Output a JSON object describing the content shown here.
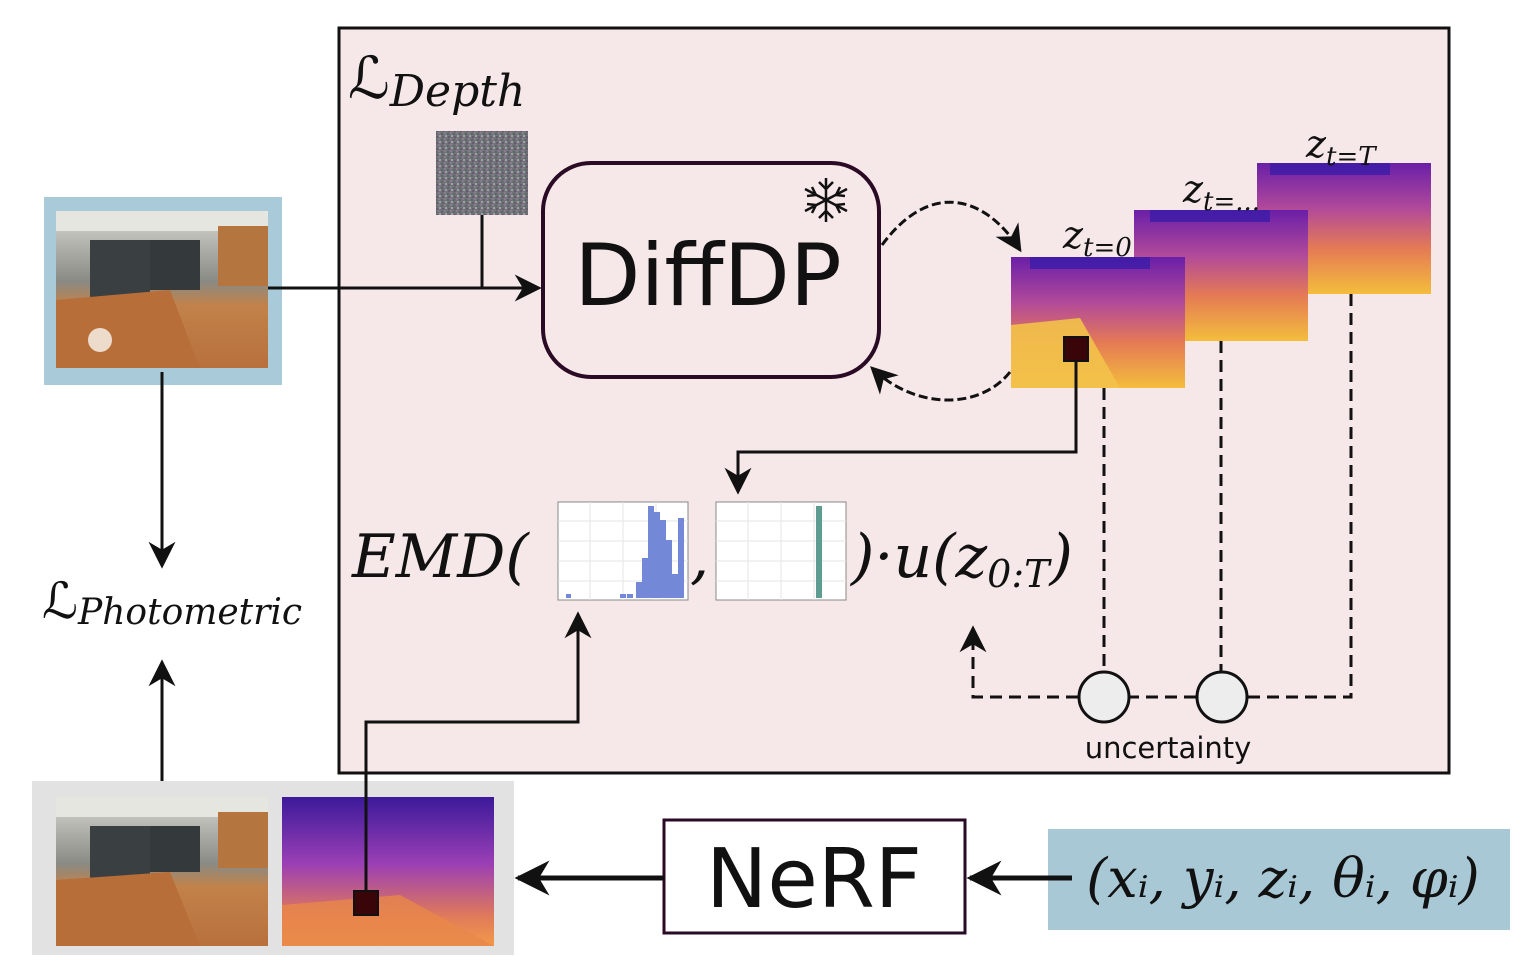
{
  "depth_loss": {
    "symbol": "ℒ",
    "subscript": "Depth"
  },
  "photometric_loss": {
    "symbol": "ℒ",
    "subscript": "Photometric"
  },
  "diffdp": {
    "label": "DiffDP",
    "frozen_icon": "snowflake-icon"
  },
  "nerf": {
    "label": "NeRF"
  },
  "input_coords": {
    "label": "(xᵢ, yᵢ, zᵢ, θᵢ, φᵢ)"
  },
  "emd": {
    "prefix": "EMD(",
    "comma": ",",
    "suffix": ")·u(z",
    "sub": "0:T",
    "close": ")"
  },
  "depth_maps": [
    {
      "z": "z",
      "sub": "t=0"
    },
    {
      "z": "z",
      "sub": "t=..."
    },
    {
      "z": "z",
      "sub": "t=T"
    }
  ],
  "uncertainty_label": "uncertainty",
  "colors": {
    "loss_panel_bg": "#f6e8e8",
    "input_frame": "#a9cbd9",
    "coord_box": "#a9c8d6",
    "output_panel": "#e2e2e2",
    "hist_pred": "#7488d8",
    "hist_gt": "#5e9c92"
  }
}
